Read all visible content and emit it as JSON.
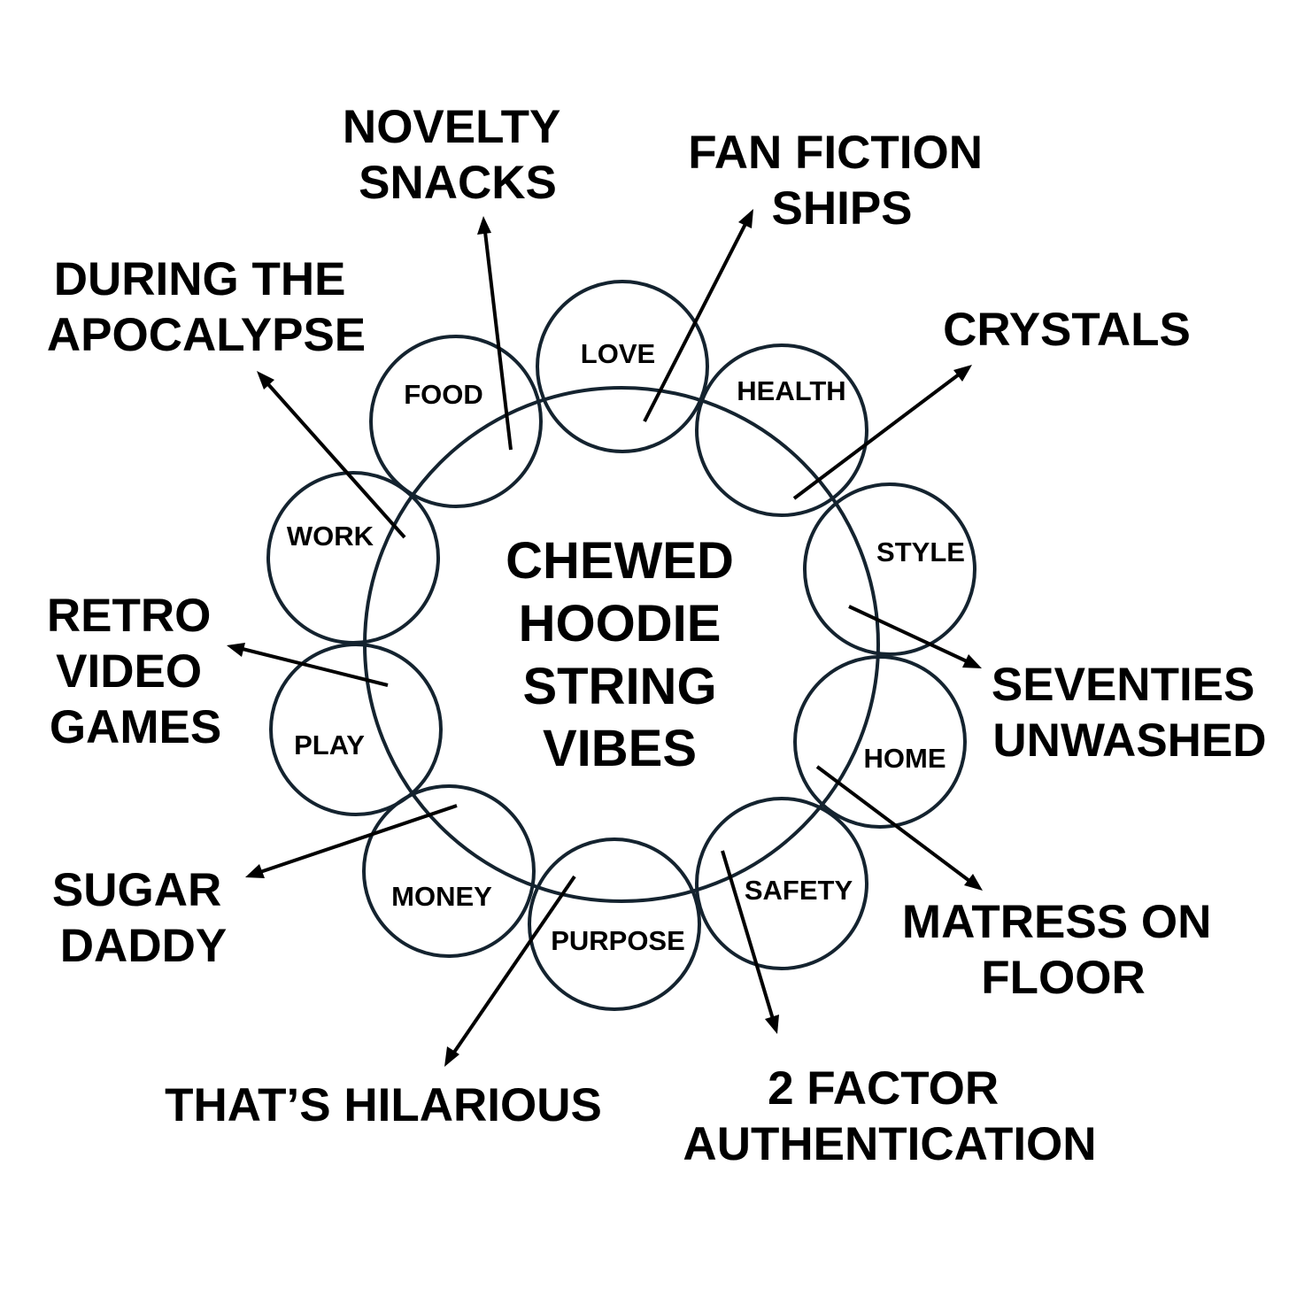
{
  "colors": {
    "ring": "#14232f",
    "arrow": "#000000",
    "text": "#000000",
    "background": "#ffffff"
  },
  "center": {
    "lines": [
      "CHEWED",
      "HOODIE",
      "STRING",
      "VIBES"
    ]
  },
  "segments": [
    {
      "id": "love",
      "label": "LOVE"
    },
    {
      "id": "health",
      "label": "HEALTH"
    },
    {
      "id": "style",
      "label": "STYLE"
    },
    {
      "id": "home",
      "label": "HOME"
    },
    {
      "id": "safety",
      "label": "SAFETY"
    },
    {
      "id": "purpose",
      "label": "PURPOSE"
    },
    {
      "id": "money",
      "label": "MONEY"
    },
    {
      "id": "play",
      "label": "PLAY"
    },
    {
      "id": "work",
      "label": "WORK"
    },
    {
      "id": "food",
      "label": "FOOD"
    }
  ],
  "annotations": [
    {
      "id": "novelty-snacks",
      "lines": [
        "NOVELTY",
        "SNACKS"
      ]
    },
    {
      "id": "fan-fiction-ships",
      "lines": [
        "FAN FICTION",
        "SHIPS"
      ]
    },
    {
      "id": "crystals",
      "lines": [
        "CRYSTALS"
      ]
    },
    {
      "id": "seventies-unwashed",
      "lines": [
        "SEVENTIES",
        "UNWASHED"
      ]
    },
    {
      "id": "matress-on-floor",
      "lines": [
        "MATRESS ON",
        "FLOOR"
      ]
    },
    {
      "id": "two-factor-authentication",
      "lines": [
        "2 FACTOR",
        "AUTHENTICATION"
      ]
    },
    {
      "id": "thats-hilarious",
      "lines": [
        "THAT’S HILARIOUS"
      ]
    },
    {
      "id": "sugar-daddy",
      "lines": [
        "SUGAR",
        "DADDY"
      ]
    },
    {
      "id": "retro-video-games",
      "lines": [
        "RETRO",
        "VIDEO",
        "GAMES"
      ]
    },
    {
      "id": "during-the-apocalypse",
      "lines": [
        "DURING THE",
        "APOCALYPSE"
      ]
    }
  ]
}
